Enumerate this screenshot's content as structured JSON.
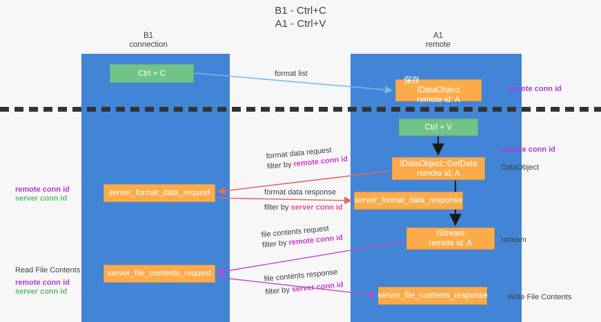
{
  "title": "B1 - Ctrl+C\nA1 - Ctrl+V",
  "columns": [
    {
      "id": "b1",
      "label": "B1\nconnection"
    },
    {
      "id": "a1",
      "label": "A1\nremote"
    }
  ],
  "nodes": [
    {
      "id": "ctrl-c",
      "label": "Ctrl + C",
      "color": "#72c387",
      "lane": "b1"
    },
    {
      "id": "store-idataobject",
      "prefix": "保存",
      "label": "IDataObject\nremote id: A",
      "color": "#fbab4a",
      "lane": "a1"
    },
    {
      "id": "ctrl-v",
      "label": "Ctrl + V",
      "color": "#72c387",
      "lane": "a1"
    },
    {
      "id": "getdata",
      "label": "IDataObject::GetData\nremote id: A",
      "color": "#fbab4a",
      "lane": "a1"
    },
    {
      "id": "server-format-data-request",
      "label": "server_format_data_request",
      "color": "#fbab4a",
      "lane": "b1"
    },
    {
      "id": "server-format-data-response",
      "label": "server_format_data_response",
      "color": "#fbab4a",
      "lane": "a1"
    },
    {
      "id": "istream",
      "label": "IStream\nremote id: A",
      "color": "#fbab4a",
      "lane": "a1"
    },
    {
      "id": "server-file-contents-request",
      "label": "server_file_contents_request",
      "color": "#fbab4a",
      "lane": "b1"
    },
    {
      "id": "server-file-contents-response",
      "label": "server_file_contents_response",
      "color": "#fbab4a",
      "lane": "a1"
    }
  ],
  "edges": [
    {
      "id": "format-list",
      "text": "format list",
      "filter": "",
      "filter_key": "",
      "color": "#7cb9e8"
    },
    {
      "id": "format-data-request",
      "text": "format data request",
      "filter": "filter by ",
      "filter_key": "remote conn id",
      "color": "#e8685f"
    },
    {
      "id": "format-data-response",
      "text": "format data response",
      "filter": "filter by ",
      "filter_key": "server conn id",
      "color": "#e8685f"
    },
    {
      "id": "file-contents-request",
      "text": "file contents request",
      "filter": "filter by ",
      "filter_key": "remote conn id",
      "color": "#c940cc"
    },
    {
      "id": "file-contents-response",
      "text": "file contents response",
      "filter": "filter by ",
      "filter_key": "server conn id",
      "color": "#c940cc"
    }
  ],
  "annotations": {
    "right": [
      {
        "id": "remote-conn-id-top",
        "text": "remote conn id",
        "style": "purple"
      },
      {
        "id": "remote-conn-id-middle",
        "text": "remote conn id",
        "style": "purple"
      },
      {
        "id": "dataobject",
        "text": "DataObject",
        "style": "plain"
      },
      {
        "id": "istream",
        "text": "Istream",
        "style": "plain"
      },
      {
        "id": "write-file-contents",
        "text": "Write File Contents",
        "style": "plain"
      }
    ],
    "left": [
      {
        "id": "remote-conn-id-upper",
        "text": "remote conn id",
        "style": "purple"
      },
      {
        "id": "server-conn-id-upper",
        "text": "server conn id",
        "style": "green"
      },
      {
        "id": "read-file-contents",
        "text": "Read File Contents",
        "style": "plain"
      },
      {
        "id": "remote-conn-id-lower",
        "text": "remote conn id",
        "style": "purple"
      },
      {
        "id": "server-conn-id-lower",
        "text": "server conn id",
        "style": "green"
      }
    ]
  },
  "colors": {
    "lane": "#4285d6",
    "green_node": "#72c387",
    "orange_node": "#fbab4a",
    "background": "#f7f7f7",
    "arrow_blue": "#7cb9e8",
    "arrow_red": "#e8685f",
    "arrow_purple": "#c940cc",
    "arrow_black": "#1a1a1a",
    "highlight_purple": "#a83fd1",
    "highlight_green": "#5fb878",
    "highlight_pink": "#e0519a"
  }
}
